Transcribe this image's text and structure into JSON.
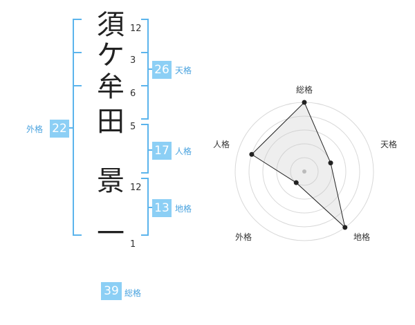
{
  "name": {
    "characters": [
      "須",
      "ケ",
      "牟",
      "田",
      "景",
      "一"
    ],
    "strokes": [
      "12",
      "3",
      "6",
      "5",
      "12",
      "1"
    ]
  },
  "scores": {
    "tenkaku": {
      "value": "26",
      "label": "天格"
    },
    "jinkaku": {
      "value": "17",
      "label": "人格"
    },
    "chikaku": {
      "value": "13",
      "label": "地格"
    },
    "gaikaku": {
      "value": "22",
      "label": "外格"
    },
    "soukaku": {
      "value": "39",
      "label": "総格"
    }
  },
  "radar": {
    "labels": {
      "top": "総格",
      "right": "天格",
      "bottom_right": "地格",
      "bottom_left": "外格",
      "left": "人格"
    },
    "levels": [
      5,
      2,
      5,
      1,
      4
    ],
    "max_level": 5
  },
  "colors": {
    "accent": "#8ccff5",
    "bracket": "#5bb4ec",
    "label": "#4aa3df"
  }
}
